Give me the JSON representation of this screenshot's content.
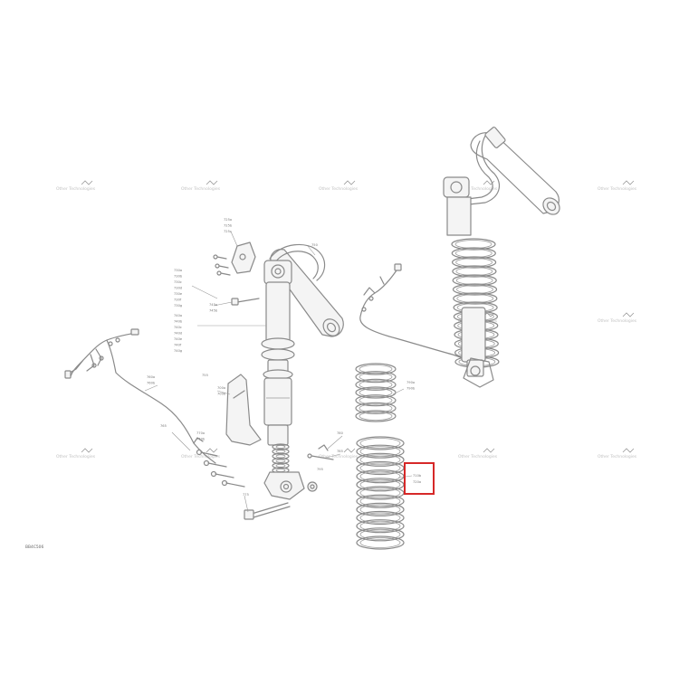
{
  "diagram": {
    "code_label": "BB4C506",
    "highlight_color": "#d62828",
    "line_color": "#8a8a8a",
    "highlight_labels": [
      "710b",
      "720a"
    ],
    "part_labels": [
      [
        "725a",
        "725b",
        "725c"
      ],
      [
        "730a",
        "730b",
        "730c",
        "730d",
        "730e",
        "730f",
        "730g"
      ],
      [
        "740a",
        "740b",
        "740c",
        "740d",
        "740e",
        "740f",
        "740g"
      ],
      [
        "745a",
        "745b"
      ],
      [
        "750"
      ],
      [
        "755"
      ],
      [
        "760a",
        "760b"
      ],
      [
        "765"
      ],
      [
        "770a",
        "770b"
      ],
      [
        "775"
      ],
      [
        "780"
      ],
      [
        "785"
      ],
      [
        "790a",
        "790b"
      ],
      [
        "795"
      ],
      [
        "700a",
        "700b"
      ]
    ],
    "watermark": "Other Technologies"
  }
}
